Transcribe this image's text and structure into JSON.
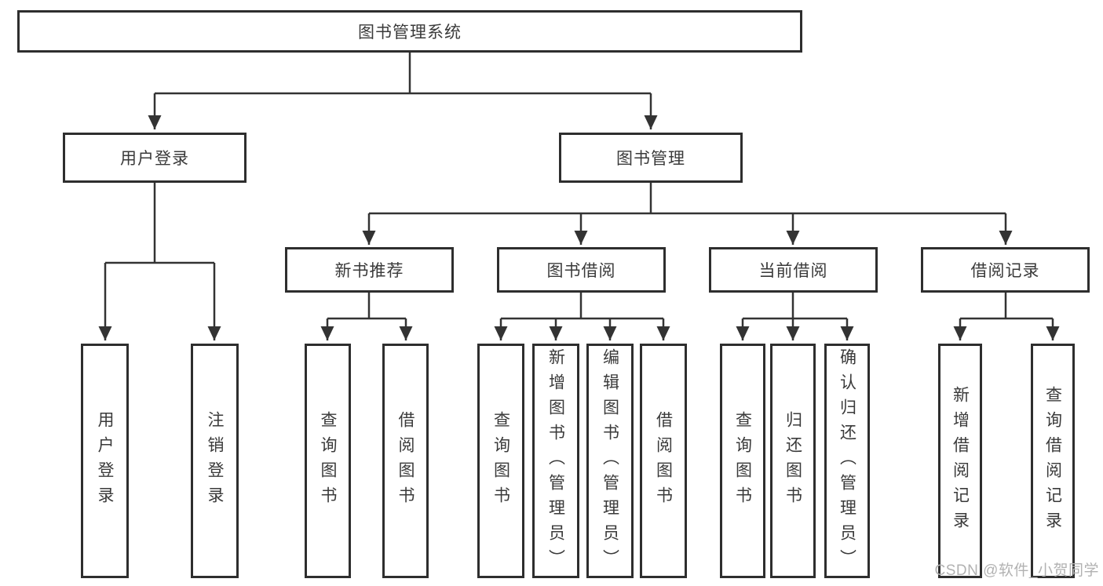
{
  "diagram": {
    "root": {
      "label": "图书管理系统"
    },
    "level2": [
      {
        "label": "用户登录",
        "children": [
          {
            "label": "用户登录"
          },
          {
            "label": "注销登录"
          }
        ]
      },
      {
        "label": "图书管理",
        "children": [
          {
            "label": "新书推荐",
            "children": [
              {
                "label": "查询图书"
              },
              {
                "label": "借阅图书"
              }
            ]
          },
          {
            "label": "图书借阅",
            "children": [
              {
                "label": "查询图书"
              },
              {
                "label": "新增图书（管理员）"
              },
              {
                "label": "编辑图书（管理员）"
              },
              {
                "label": "借阅图书"
              }
            ]
          },
          {
            "label": "当前借阅",
            "children": [
              {
                "label": "查询图书"
              },
              {
                "label": "归还图书"
              },
              {
                "label": "确认归还（管理员）"
              }
            ]
          },
          {
            "label": "借阅记录",
            "children": [
              {
                "label": "新增借阅记录"
              },
              {
                "label": "查询借阅记录"
              }
            ]
          }
        ]
      }
    ]
  },
  "colors": {
    "line": "#333333",
    "box_border": "#2e2e2e",
    "text": "#3a3a3a",
    "watermark": "#b2b2b2",
    "background": "#ffffff"
  },
  "watermark": {
    "text": "CSDN @软件_小贺同学"
  }
}
